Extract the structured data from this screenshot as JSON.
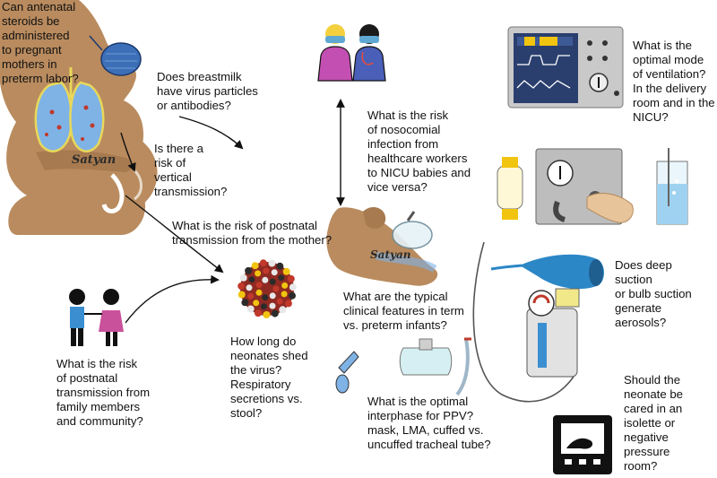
{
  "questions": {
    "antenatal_steroids": "Can antenatal\nsteroids be\nadministered\nto pregnant\nmothers in\npreterm labor?",
    "breastmilk": "Does breastmilk\nhave virus particles\nor antibodies?",
    "vertical_transmission": "Is there a\nrisk of\nvertical\ntransmission?",
    "postnatal_mother": "What is the risk of postnatal\ntransmission from the mother?",
    "nosocomial": "What is the risk\nof nosocomial\ninfection from\nhealthcare workers\nto NICU babies and\nvice versa?",
    "ventilation": "What is the\noptimal mode\nof ventilation?\nIn the delivery\nroom and in the\nNICU?",
    "clinical_features": "What are the typical\nclinical features in term\nvs. preterm infants?",
    "suction": "Does deep\nsuction\nor bulb suction\ngenerate\naerosols?",
    "shed_virus": "How long do\nneonates shed\nthe virus?\nRespiratory\nsecretions vs.\nstool?",
    "family_community": "What is the risk\nof postnatal\ntransmission from\nfamily members\nand community?",
    "ppv_interphase": "What is the optimal\ninterphase for PPV?\nmask, LMA, cuffed vs.\nuncuffed tracheal tube?",
    "isolette": "Should the\nneonate be\ncared in an\nisolette or\nnegative\npressure\nroom?"
  },
  "signatures": {
    "mother": "Satyan",
    "baby": "Satyan"
  },
  "colors": {
    "skin": "#b98b5e",
    "skin_dark": "#8a6540",
    "mask_blue": "#3d6fb8",
    "lung_blue": "#7fb3e6",
    "lung_outline": "#e8d85a",
    "virus_red": "#c0392b",
    "scrub_purple": "#c24fb1",
    "scrub_blue": "#4a5fb8",
    "monitor_dark": "#2a3f6e",
    "device_gray": "#b8b8b8",
    "bulb_blue": "#2c87c7",
    "water_blue": "#9fd2f0",
    "child_blue": "#3b8fd0",
    "child_pink": "#c9519b"
  }
}
